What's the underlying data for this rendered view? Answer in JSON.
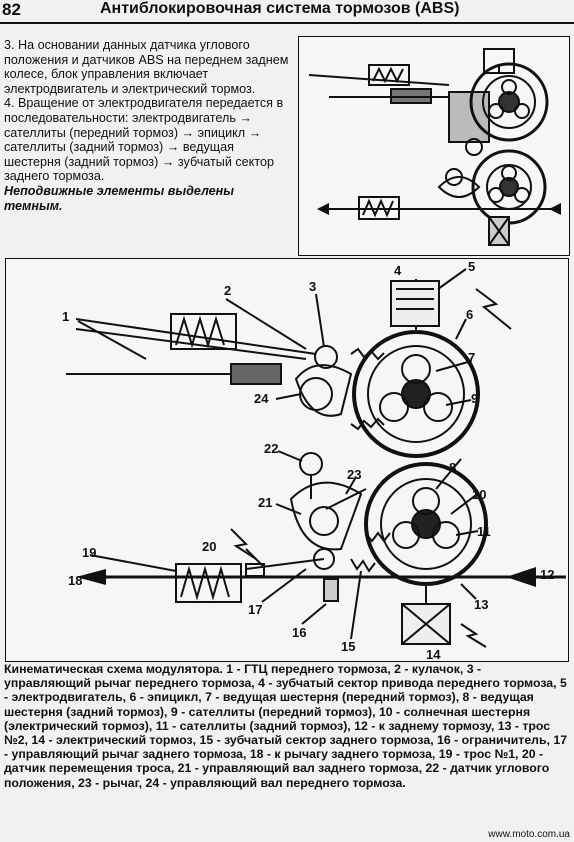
{
  "header": {
    "page_number": "82",
    "title": "Антиблокировочная система тормозов (ABS)"
  },
  "text": {
    "p3": "3. На основании данных датчика углового положения и датчиков ABS на переднем заднем колесе, блок управления включает электродвигатель и электрический тормоз.",
    "p4": "4. Вращение от электродвигателя передается в последовательности: электродвигатель → сателлиты (передний тормоз) → эпицикл → сателлиты (задний тормоз) → ведущая шестерня (задний тормоз) → зубчатый сектор заднего тормоза.",
    "note": "Неподвижные элементы выделены темным."
  },
  "figure": {
    "labels": [
      "1",
      "2",
      "3",
      "4",
      "5",
      "6",
      "7",
      "8",
      "9",
      "10",
      "11",
      "12",
      "13",
      "14",
      "15",
      "16",
      "17",
      "18",
      "19",
      "20",
      "21",
      "22",
      "23",
      "24"
    ]
  },
  "caption": "Кинематическая схема модулятора. 1 - ГТЦ переднего тормоза, 2 - кулачок, 3 - управляющий рычаг переднего тормоза, 4 - зубчатый сектор привода переднего тормоза, 5 - электродвигатель, 6 - эпицикл, 7 - ведущая шестерня (передний тормоз), 8 - ведущая шестерня (задний тормоз), 9 - сателлиты (передний тормоз), 10 - солнечная шестерня (электрический тормоз), 11 - сателлиты (задний тормоз), 12 - к заднему тормозу, 13 - трос №2, 14 - электрический тормоз, 15 - зубчатый сектор заднего тормоза, 16 - ограничитель, 17 - управляющий рычаг заднего тормоза, 18 - к рычагу заднего тормоза, 19 - трос №1, 20 - датчик перемещения троса, 21 - управляющий вал заднего тормоза, 22 - датчик углового положения, 23 - рычаг, 24 - управляющий вал переднего тормоза.",
  "watermark": "www.moto.com.ua"
}
